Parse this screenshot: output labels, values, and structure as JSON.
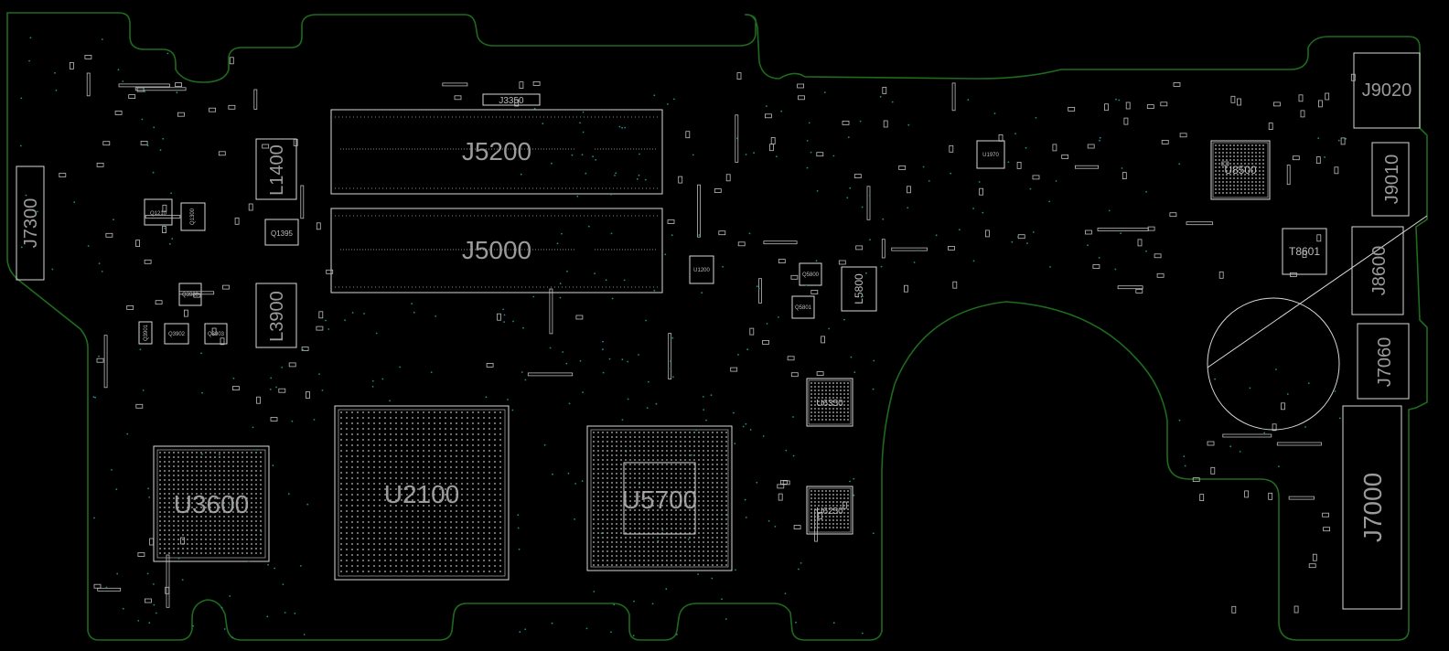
{
  "board": {
    "colors": {
      "background": "#000000",
      "outline": "#1d6b1d",
      "component": "#d8d8d8",
      "label": "#9a9a9a",
      "via": "#1f8c8c"
    },
    "components": [
      {
        "id": "J5200",
        "kind": "connector"
      },
      {
        "id": "J5000",
        "kind": "connector"
      },
      {
        "id": "U2100",
        "kind": "bga"
      },
      {
        "id": "U5700",
        "kind": "bga"
      },
      {
        "id": "U3600",
        "kind": "bga"
      },
      {
        "id": "J7000",
        "kind": "connector"
      },
      {
        "id": "J7300",
        "kind": "connector"
      },
      {
        "id": "J9020",
        "kind": "connector"
      },
      {
        "id": "J9010",
        "kind": "connector"
      },
      {
        "id": "J8600",
        "kind": "connector"
      },
      {
        "id": "J7060",
        "kind": "connector"
      },
      {
        "id": "L1400",
        "kind": "inductor"
      },
      {
        "id": "L3900",
        "kind": "inductor"
      },
      {
        "id": "L5800",
        "kind": "inductor"
      },
      {
        "id": "T8601",
        "kind": "transformer"
      },
      {
        "id": "U8500",
        "kind": "bga"
      },
      {
        "id": "U6350",
        "kind": "bga"
      },
      {
        "id": "U6250",
        "kind": "bga"
      },
      {
        "id": "J3350",
        "kind": "connector"
      },
      {
        "id": "Q1395",
        "kind": "transistor"
      },
      {
        "id": "Q1210",
        "kind": "transistor"
      },
      {
        "id": "Q1300",
        "kind": "transistor"
      },
      {
        "id": "U1970",
        "kind": "ic"
      },
      {
        "id": "U1200",
        "kind": "ic"
      },
      {
        "id": "Q5800",
        "kind": "transistor"
      },
      {
        "id": "Q5801",
        "kind": "transistor"
      },
      {
        "id": "Q3900",
        "kind": "transistor"
      },
      {
        "id": "Q3901",
        "kind": "transistor"
      },
      {
        "id": "Q3902",
        "kind": "transistor"
      },
      {
        "id": "Q3903",
        "kind": "transistor"
      }
    ]
  }
}
